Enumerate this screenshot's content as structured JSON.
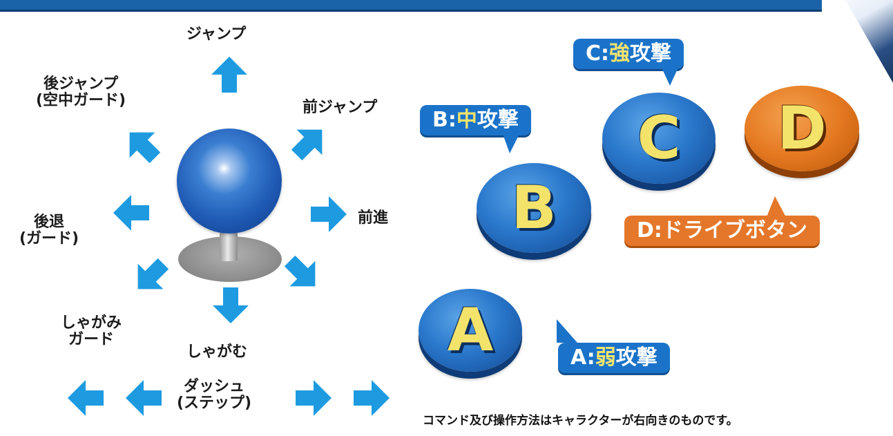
{
  "colors": {
    "arrow": "#1e9be0",
    "button_blue": "#1f5ab5",
    "button_orange": "#e57a22",
    "letter": "#f4e36b"
  },
  "stick": {
    "up": "ジャンプ",
    "up_back_line1": "後ジャンプ",
    "up_back_line2": "(空中ガード)",
    "up_forward": "前ジャンプ",
    "back_line1": "後退",
    "back_line2": "(ガード)",
    "forward": "前進",
    "down_back_line1": "しゃがみ",
    "down_back_line2": "ガード",
    "down": "しゃがむ",
    "dash_line1": "ダッシュ",
    "dash_line2": "(ステップ)"
  },
  "buttons": {
    "a": {
      "letter": "A",
      "label_prefix": "A:",
      "label_highlight": "弱",
      "label_rest": "攻撃"
    },
    "b": {
      "letter": "B",
      "label_prefix": "B:",
      "label_highlight": "中",
      "label_rest": "攻撃"
    },
    "c": {
      "letter": "C",
      "label_prefix": "C:",
      "label_highlight": "強",
      "label_rest": "攻撃"
    },
    "d": {
      "letter": "D",
      "label": "D:ドライブボタン"
    }
  },
  "note": "コマンド及び操作方法はキャラクターが右向きのものです。"
}
